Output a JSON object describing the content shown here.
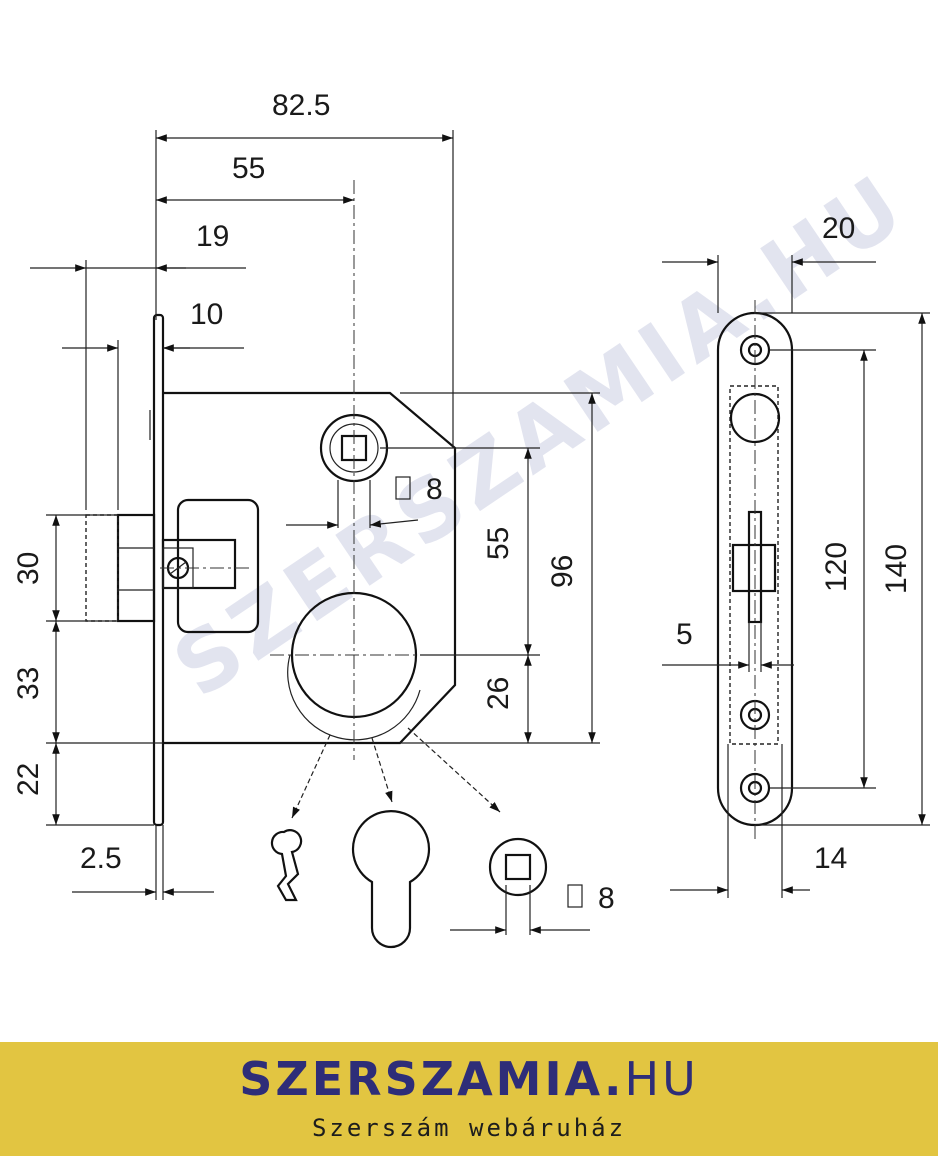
{
  "dimensions": {
    "d82_5": "82.5",
    "d55_top": "55",
    "d19": "19",
    "d10": "10",
    "d20": "20",
    "d8_spindle": "8",
    "d55_side": "55",
    "d96": "96",
    "d26": "26",
    "d30": "30",
    "d33": "33",
    "d22": "22",
    "d2_5": "2.5",
    "d120": "120",
    "d140": "140",
    "d5": "5",
    "d14": "14",
    "d8_bottom": "8"
  },
  "watermark": "SZERSZAMIA.HU",
  "footer": {
    "brand_bold": "SZERSZAMIA.",
    "brand_tld": "HU",
    "tagline": "Szerszám webáruház",
    "bg_color": "#e2c541",
    "brand_color": "#2e2d78"
  }
}
